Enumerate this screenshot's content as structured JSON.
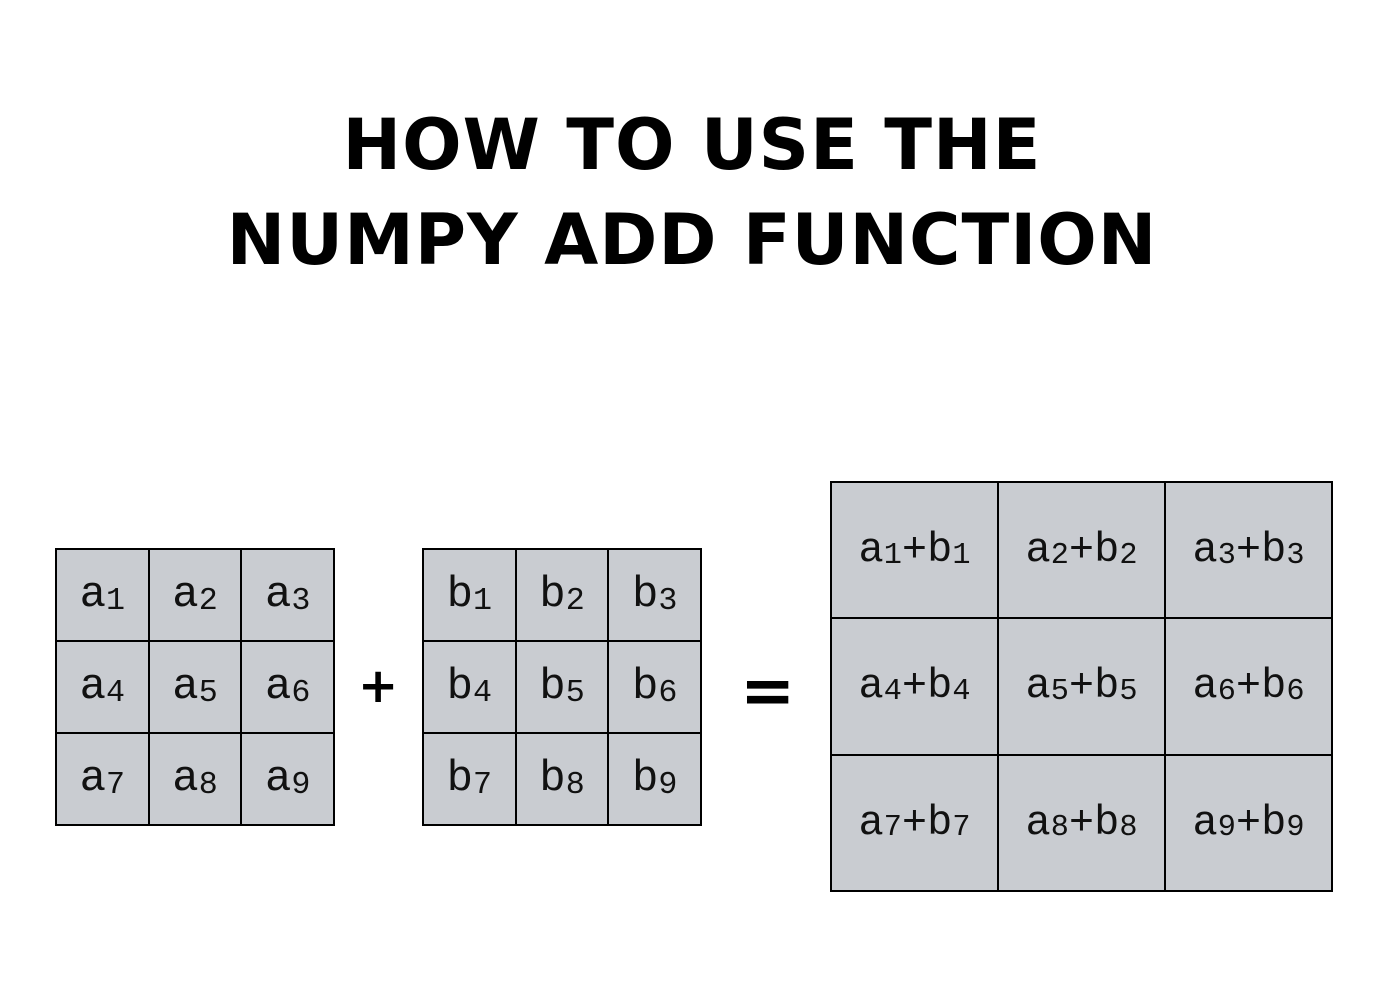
{
  "title": {
    "line1": "HOW TO USE THE",
    "line2": "NUMPY ADD FUNCTION"
  },
  "operators": {
    "plus": "+",
    "equals": "="
  },
  "colors": {
    "cell_fill": "#c9ccd1",
    "border": "#000000",
    "background": "#ffffff"
  },
  "matrix_a": [
    [
      {
        "base": "a",
        "sub": "1"
      },
      {
        "base": "a",
        "sub": "2"
      },
      {
        "base": "a",
        "sub": "3"
      }
    ],
    [
      {
        "base": "a",
        "sub": "4"
      },
      {
        "base": "a",
        "sub": "5"
      },
      {
        "base": "a",
        "sub": "6"
      }
    ],
    [
      {
        "base": "a",
        "sub": "7"
      },
      {
        "base": "a",
        "sub": "8"
      },
      {
        "base": "a",
        "sub": "9"
      }
    ]
  ],
  "matrix_b": [
    [
      {
        "base": "b",
        "sub": "1"
      },
      {
        "base": "b",
        "sub": "2"
      },
      {
        "base": "b",
        "sub": "3"
      }
    ],
    [
      {
        "base": "b",
        "sub": "4"
      },
      {
        "base": "b",
        "sub": "5"
      },
      {
        "base": "b",
        "sub": "6"
      }
    ],
    [
      {
        "base": "b",
        "sub": "7"
      },
      {
        "base": "b",
        "sub": "8"
      },
      {
        "base": "b",
        "sub": "9"
      }
    ]
  ],
  "matrix_result": [
    [
      {
        "a": "a",
        "as": "1",
        "op": "+",
        "b": "b",
        "bs": "1"
      },
      {
        "a": "a",
        "as": "2",
        "op": "+",
        "b": "b",
        "bs": "2"
      },
      {
        "a": "a",
        "as": "3",
        "op": "+",
        "b": "b",
        "bs": "3"
      }
    ],
    [
      {
        "a": "a",
        "as": "4",
        "op": "+",
        "b": "b",
        "bs": "4"
      },
      {
        "a": "a",
        "as": "5",
        "op": "+",
        "b": "b",
        "bs": "5"
      },
      {
        "a": "a",
        "as": "6",
        "op": "+",
        "b": "b",
        "bs": "6"
      }
    ],
    [
      {
        "a": "a",
        "as": "7",
        "op": "+",
        "b": "b",
        "bs": "7"
      },
      {
        "a": "a",
        "as": "8",
        "op": "+",
        "b": "b",
        "bs": "8"
      },
      {
        "a": "a",
        "as": "9",
        "op": "+",
        "b": "b",
        "bs": "9"
      }
    ]
  ]
}
